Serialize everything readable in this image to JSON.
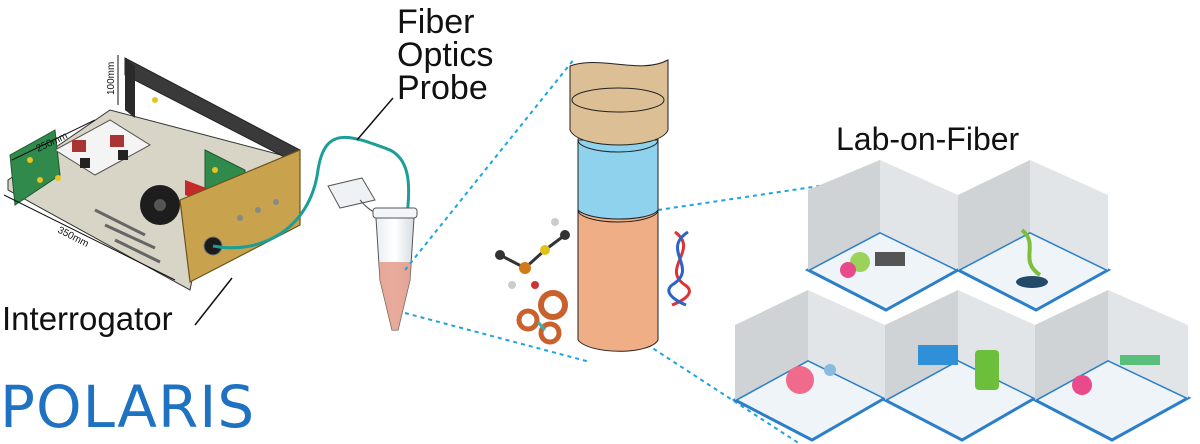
{
  "labels": {
    "probe_line1": "Fiber",
    "probe_line2": "Optics",
    "probe_line3": "Probe",
    "interrogator": "Interrogator",
    "lab_on_fiber": "Lab-on-Fiber",
    "brand": "POLARIS"
  },
  "dimensions": {
    "height": "100mm",
    "depth": "250mm",
    "width": "350mm"
  },
  "colors": {
    "brand": "#1f72c2",
    "fiber": "#1a9e95",
    "dashed": "#1ba4e0",
    "tube_top": "#dcbf94",
    "tube_mid": "#8ed2ee",
    "tube_bottom": "#efae86"
  }
}
